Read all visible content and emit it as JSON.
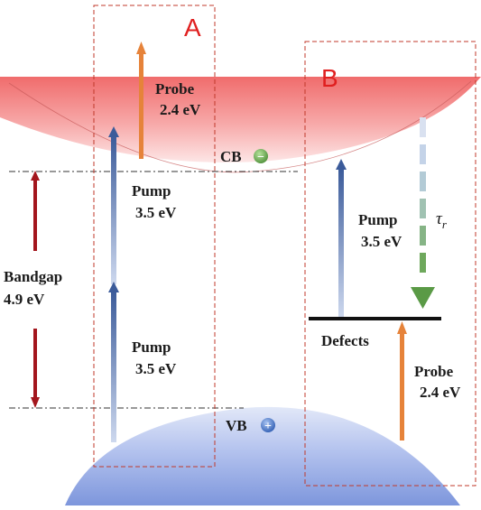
{
  "panels": {
    "a": "A",
    "b": "B"
  },
  "bands": {
    "cb": "CB",
    "vb": "VB"
  },
  "charges": {
    "cb": "−",
    "vb": "+"
  },
  "left": {
    "probe": {
      "name": "Probe",
      "energy": "2.4 eV"
    },
    "pump_upper": {
      "name": "Pump",
      "energy": "3.5 eV"
    },
    "pump_lower": {
      "name": "Pump",
      "energy": "3.5 eV"
    },
    "bandgap": {
      "name": "Bandgap",
      "energy": "4.9 eV"
    }
  },
  "right": {
    "pump": {
      "name": "Pump",
      "energy": "3.5 eV"
    },
    "tau": "τ",
    "tau_sub": "r",
    "defects": "Defects",
    "probe": {
      "name": "Probe",
      "energy": "2.4 eV"
    }
  },
  "colors": {
    "cb_band": "#f08c8c",
    "vb_band": "#8fa6e0",
    "panel_box": "#c0392b",
    "panel_letter": "#e02020",
    "probe_arrow": "#e6833a",
    "pump_arrow": "#3b5b9a",
    "bandgap_arrow": "#a3161d",
    "decay_arrow": "#5a9a46",
    "charge_cb": "#6aa84f",
    "charge_vb": "#4a78c8"
  }
}
